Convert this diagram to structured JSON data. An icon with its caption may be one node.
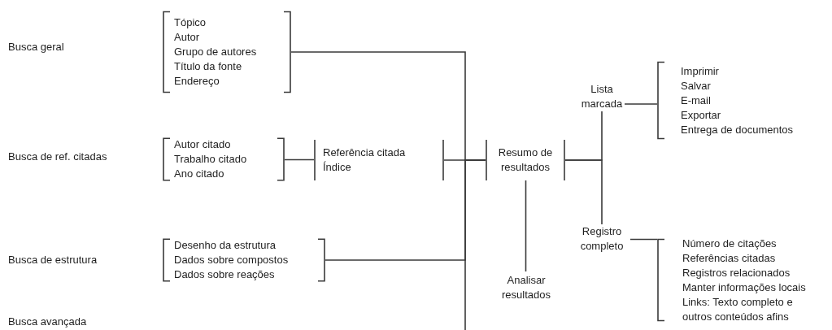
{
  "diagram": {
    "nodes": [
      {
        "text": [
          "Tópico",
          "Autor",
          "Grupo de autores",
          "Título da fonte",
          "Endereço"
        ]
      },
      {
        "text": [
          "Autor citado",
          "Trabalho citado",
          "Ano citado"
        ]
      },
      {
        "text": [
          "Referência citada",
          "Índice"
        ]
      },
      {
        "text": [
          "Desenho da estrutura",
          "Dados sobre compostos",
          "Dados sobre reações"
        ]
      },
      {
        "text": [
          "Resumo de resultados"
        ]
      },
      {
        "text": [
          "Analisar resultados"
        ]
      },
      {
        "text": [
          "Lista marcada"
        ]
      },
      {
        "text": [
          "Registro completo"
        ]
      },
      {
        "text": [
          "Imprimir",
          "Salvar",
          "E-mail",
          "Exportar",
          "Entrega de documentos"
        ]
      },
      {
        "text": [
          "Número de citações",
          "Referências citadas",
          "Registros relacionados",
          "Manter informações locais",
          "Links: Texto completo e outros conteúdos afins"
        ]
      }
    ],
    "edges": [
      {
        "from": 0,
        "to": 4,
        "arrow": "none"
      },
      {
        "from": 1,
        "to": 2,
        "arrow": "none"
      },
      {
        "from": 2,
        "to": 4,
        "arrow": "none"
      },
      {
        "from": 3,
        "to": 4,
        "arrow": "none"
      },
      {
        "from": 5,
        "to": 4,
        "arrow": "none"
      },
      {
        "from": 4,
        "to": 6,
        "arrow": "none"
      },
      {
        "from": 4,
        "to": 7,
        "arrow": "none"
      },
      {
        "from": 6,
        "to": 8,
        "arrow": "none"
      },
      {
        "from": 7,
        "to": 9,
        "arrow": "none"
      },
      {
        "from": null,
        "to": 4,
        "arrow": "none"
      }
    ],
    "labels": [
      "Busca geral",
      "Busca de ref. citadas",
      "Busca de estrutura",
      "Busca avançada"
    ]
  }
}
